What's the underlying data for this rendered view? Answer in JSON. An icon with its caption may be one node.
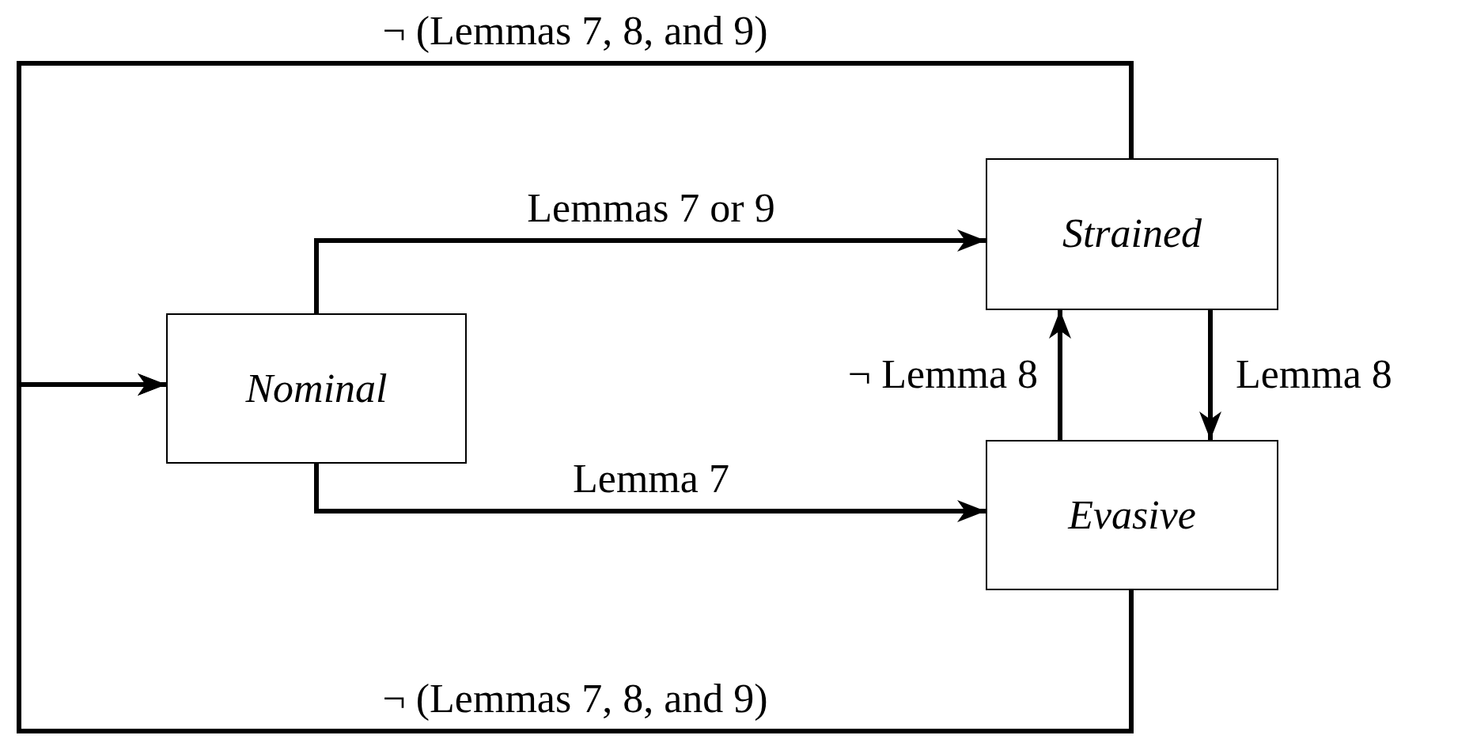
{
  "diagram": {
    "nodes": [
      {
        "text": [
          "Nominal"
        ]
      },
      {
        "text": [
          "Strained"
        ]
      },
      {
        "text": [
          "Evasive"
        ]
      }
    ],
    "edges": [
      {
        "from": 0,
        "to": 1,
        "arrow": "to",
        "label": "Lemmas 7 or 9"
      },
      {
        "from": 0,
        "to": 2,
        "arrow": "to",
        "label": "Lemma 7"
      },
      {
        "from": 2,
        "to": 1,
        "arrow": "to",
        "label": "¬ Lemma 8"
      },
      {
        "from": 1,
        "to": 2,
        "arrow": "to",
        "label": "Lemma 8"
      },
      {
        "from": 1,
        "to": 0,
        "arrow": "to",
        "label": "¬ (Lemmas 7, 8, and 9)"
      },
      {
        "from": 2,
        "to": 0,
        "arrow": "to",
        "label": "¬ (Lemmas 7, 8, and 9)"
      }
    ]
  }
}
